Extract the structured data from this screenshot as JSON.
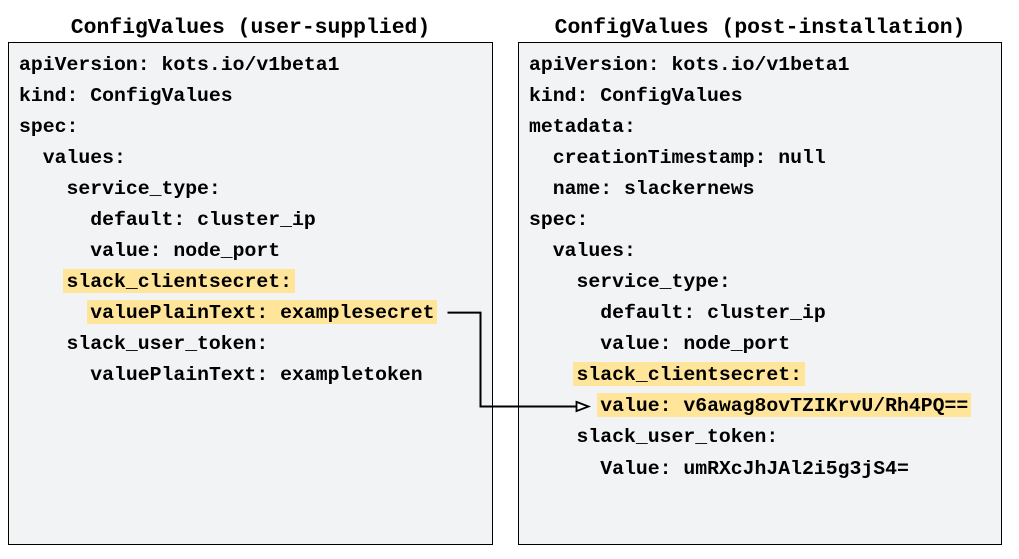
{
  "colors": {
    "page_background": "#ffffff",
    "box_fill": "#f1f3f4",
    "box_border": "#000000",
    "highlight": "#ffe599",
    "text": "#000000",
    "arrow": "#000000"
  },
  "left_panel": {
    "title": "ConfigValues (user-supplied)",
    "lines": [
      {
        "indent": 0,
        "text": "apiVersion: kots.io/v1beta1",
        "highlight": false
      },
      {
        "indent": 0,
        "text": "kind: ConfigValues",
        "highlight": false
      },
      {
        "indent": 0,
        "text": "spec:",
        "highlight": false
      },
      {
        "indent": 1,
        "text": "values:",
        "highlight": false
      },
      {
        "indent": 2,
        "text": "service_type:",
        "highlight": false
      },
      {
        "indent": 3,
        "text": "default: cluster_ip",
        "highlight": false
      },
      {
        "indent": 3,
        "text": "value: node_port",
        "highlight": false
      },
      {
        "indent": 2,
        "text": "slack_clientsecret:",
        "highlight": true
      },
      {
        "indent": 3,
        "text": "valuePlainText: examplesecret",
        "highlight": true
      },
      {
        "indent": 2,
        "text": "slack_user_token:",
        "highlight": false
      },
      {
        "indent": 3,
        "text": "valuePlainText: exampletoken",
        "highlight": false
      }
    ]
  },
  "right_panel": {
    "title": "ConfigValues (post-installation)",
    "lines": [
      {
        "indent": 0,
        "text": "apiVersion: kots.io/v1beta1",
        "highlight": false
      },
      {
        "indent": 0,
        "text": "kind: ConfigValues",
        "highlight": false
      },
      {
        "indent": 0,
        "text": "metadata:",
        "highlight": false
      },
      {
        "indent": 1,
        "text": "creationTimestamp: null",
        "highlight": false
      },
      {
        "indent": 1,
        "text": "name: slackernews",
        "highlight": false
      },
      {
        "indent": 0,
        "text": "spec:",
        "highlight": false
      },
      {
        "indent": 1,
        "text": "values:",
        "highlight": false
      },
      {
        "indent": 2,
        "text": "service_type:",
        "highlight": false
      },
      {
        "indent": 3,
        "text": "default: cluster_ip",
        "highlight": false
      },
      {
        "indent": 3,
        "text": "value: node_port",
        "highlight": false
      },
      {
        "indent": 2,
        "text": "slack_clientsecret:",
        "highlight": true
      },
      {
        "indent": 3,
        "text": "value: v6awag8ovTZIKrvU/Rh4PQ==",
        "highlight": true
      },
      {
        "indent": 2,
        "text": "slack_user_token:",
        "highlight": false
      },
      {
        "indent": 3,
        "text": "Value: umRXcJhJAl2i5g3jS4=",
        "highlight": false
      }
    ]
  },
  "connector": {
    "from": "valuePlainText: examplesecret",
    "to": "value: v6awag8ovTZIKrvU/Rh4PQ=="
  }
}
